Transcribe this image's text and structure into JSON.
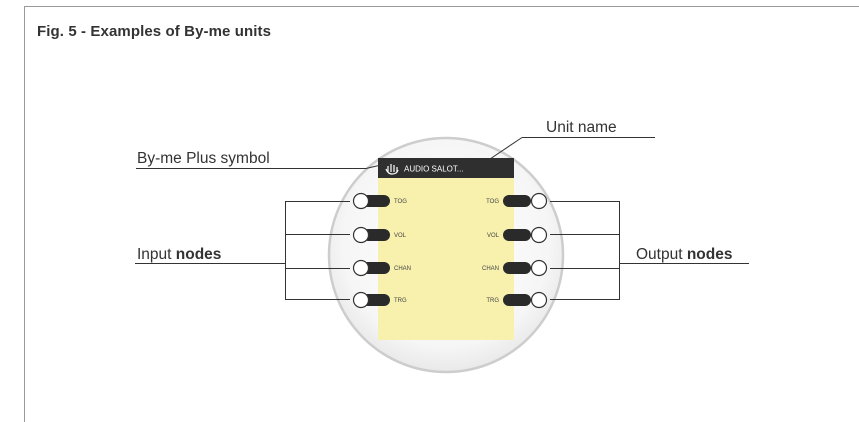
{
  "figure": {
    "caption": "Fig. 5 - Examples of By-me units"
  },
  "callouts": {
    "unit_name": "Unit name",
    "plus_symbol": "By-me Plus symbol",
    "input_prefix": "Input ",
    "input_bold": "nodes",
    "output_prefix": "Output ",
    "output_bold": "nodes"
  },
  "unit_block": {
    "title": "AUDIO SALOT...",
    "symbol_icon": "by-me-plus-hand-icon",
    "input_nodes": [
      "TOG",
      "VOL",
      "CHAN",
      "TRG"
    ],
    "output_nodes": [
      "TOG",
      "VOL",
      "CHAN",
      "TRG"
    ]
  },
  "colors": {
    "frame": "#9a9a9a",
    "text": "#333333",
    "block_body": "#f7f1ad",
    "block_header": "#2f2f2f",
    "node_connector": "#2a2a2a",
    "node_port": "#ffffff",
    "lens_fill": "#f4f4f4",
    "lens_border": "#cfcfcf"
  }
}
